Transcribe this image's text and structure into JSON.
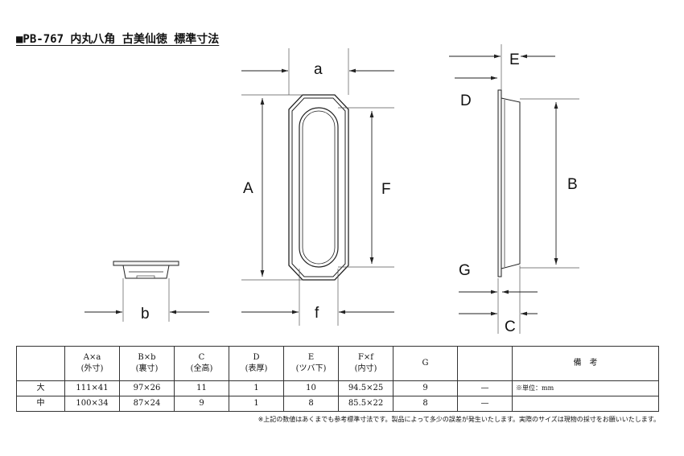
{
  "title": "■PB-767 内丸八角 古美仙徳 標準寸法",
  "labels": {
    "a": "a",
    "A": "A",
    "F": "F",
    "f": "f",
    "b": "b",
    "E": "E",
    "D": "D",
    "B": "B",
    "G": "G",
    "C": "C"
  },
  "table": {
    "headers": [
      {
        "main": "",
        "sub": ""
      },
      {
        "main": "A×a",
        "sub": "(外寸)"
      },
      {
        "main": "B×b",
        "sub": "(裏寸)"
      },
      {
        "main": "C",
        "sub": "(全高)"
      },
      {
        "main": "D",
        "sub": "(表厚)"
      },
      {
        "main": "E",
        "sub": "(ツバ下)"
      },
      {
        "main": "F×f",
        "sub": "(内寸)"
      },
      {
        "main": "G",
        "sub": ""
      },
      {
        "main": "",
        "sub": ""
      },
      {
        "main": "備　考",
        "sub": ""
      }
    ],
    "rows": [
      {
        "size": "大",
        "Aa": "111×41",
        "Bb": "97×26",
        "C": "11",
        "D": "1",
        "E": "10",
        "Ff": "94.5×25",
        "G": "9",
        "extra": "—",
        "note": "※単位：mm"
      },
      {
        "size": "中",
        "Aa": "100×34",
        "Bb": "87×24",
        "C": "9",
        "D": "1",
        "E": "8",
        "Ff": "85.5×22",
        "G": "8",
        "extra": "—",
        "note": ""
      }
    ]
  },
  "footnote": "※上記の数値はあくまでも参考標準寸法です。製品によって多少の誤差が発生いたします。実際のサイズは現物の採寸をお願いいたします。",
  "colors": {
    "line": "#222222",
    "accent_fill": "#f2f2f2"
  }
}
